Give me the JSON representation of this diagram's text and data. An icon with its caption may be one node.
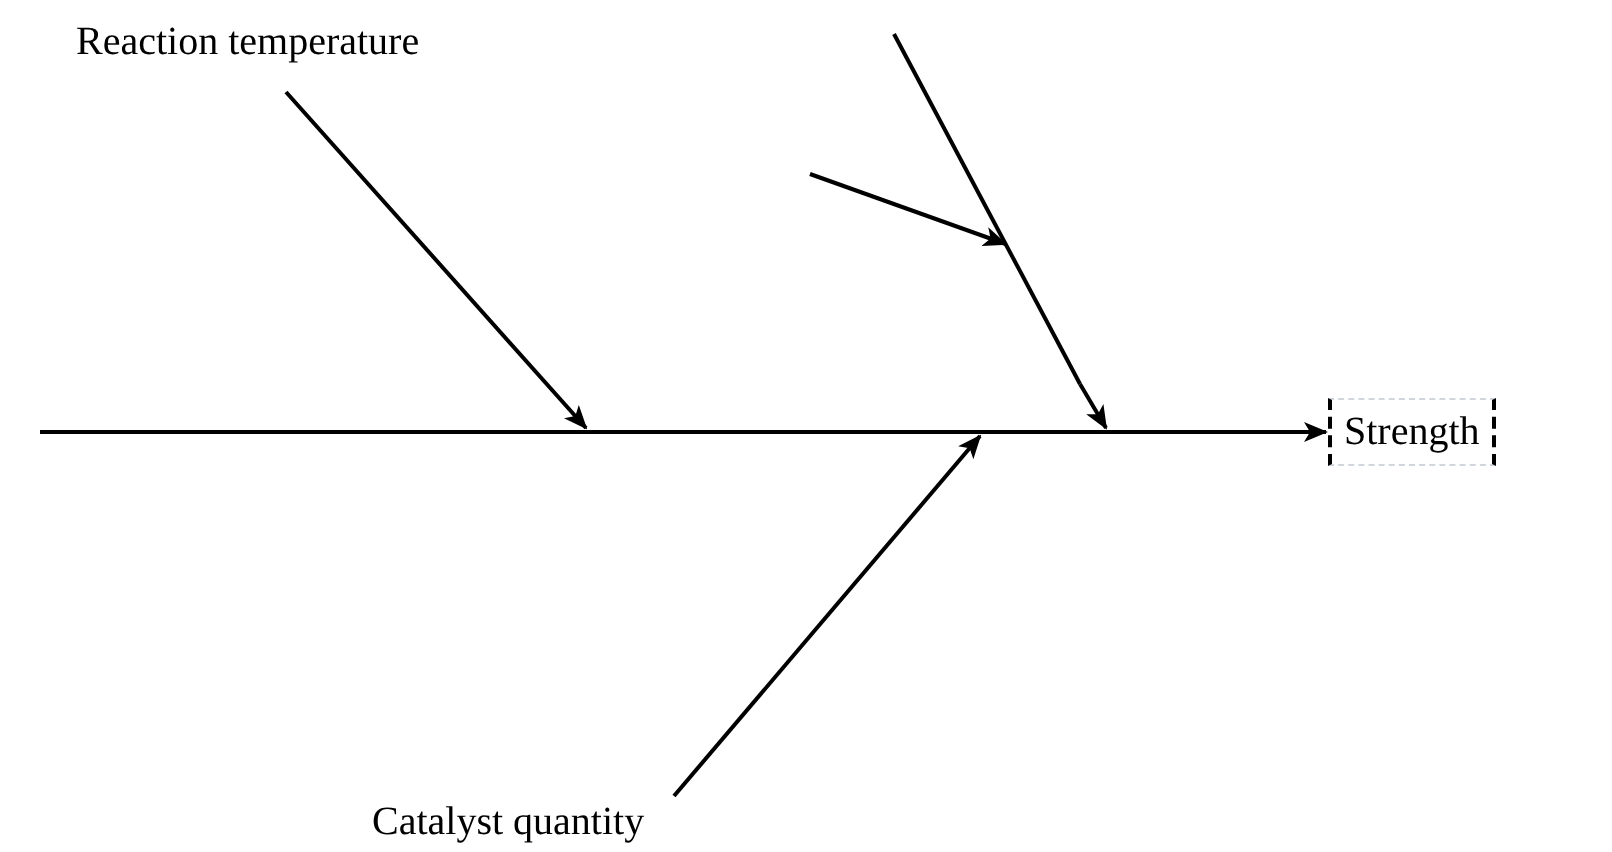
{
  "diagram": {
    "nodes": [
      {
        "text": [
          "Reaction temperature"
        ]
      },
      {
        "text": [
          "Strength"
        ]
      },
      {
        "text": [
          "Catalyst quantity"
        ]
      },
      {
        "text": [],
        "shape": "bar"
      },
      {
        "text": [],
        "shape": "bar"
      }
    ],
    "edges": [
      {
        "from": 3,
        "to": 1,
        "arrow": "to"
      },
      {
        "from": 0,
        "to": 3,
        "arrow": "to"
      },
      {
        "from": 4,
        "to": 3,
        "arrow": "to"
      },
      {
        "from": null,
        "to": 4,
        "arrow": "to"
      },
      {
        "from": 2,
        "to": 3,
        "arrow": "to"
      }
    ]
  }
}
